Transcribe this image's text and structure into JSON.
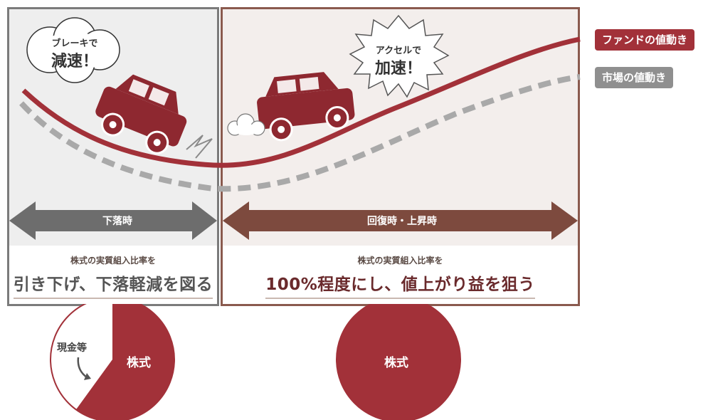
{
  "phases": {
    "decline": {
      "arrow_label": "下落時",
      "caption_sub": "株式の実質組入比率を",
      "caption_main": "引き下げ、下落軽減を図る"
    },
    "recovery": {
      "arrow_label": "回復時・上昇時",
      "caption_sub": "株式の実質組入比率を",
      "caption_main": "100%程度にし、値上がり益を狙う"
    }
  },
  "bubbles": {
    "brake": {
      "line1": "ブレーキで",
      "line2": "減速！"
    },
    "accel": {
      "line1": "アクセルで",
      "line2": "加速！"
    }
  },
  "legend": {
    "fund": {
      "label": "ファンドの値動き",
      "color": "#a23139"
    },
    "market": {
      "label": "市場の値動き",
      "color": "#8f8f8f"
    }
  },
  "pies": {
    "left": {
      "stock_label": "株式",
      "cash_label": "現金等",
      "stock_fraction": 0.6
    },
    "right": {
      "stock_label": "株式",
      "stock_fraction": 1.0
    }
  },
  "colors": {
    "accent": "#a23139",
    "left_panel_border": "#7b7b7b",
    "right_panel_border": "#8a5a4e",
    "decline_arrow": "#6d6d6d",
    "recovery_arrow": "#7d4a3e"
  }
}
